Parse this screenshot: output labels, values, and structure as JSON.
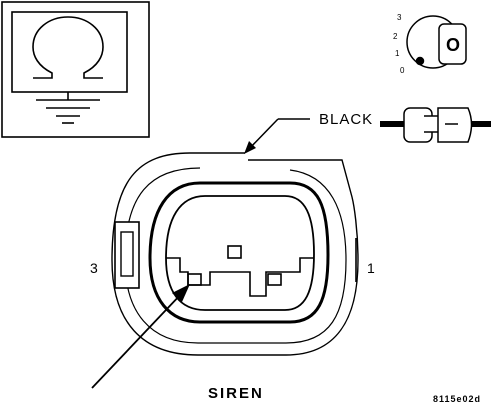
{
  "wire_color_label": "BLACK",
  "pin_labels": {
    "left": "3",
    "right": "1"
  },
  "connector_title": "SIREN",
  "figure_code": "8115e02d",
  "ignition_key": {
    "positions": [
      "3",
      "2",
      "1",
      "0"
    ],
    "key_letter": "O"
  },
  "symbol_icon": "siren-omega-ground-icon",
  "colors": {
    "line": "#000000",
    "background": "#ffffff"
  }
}
